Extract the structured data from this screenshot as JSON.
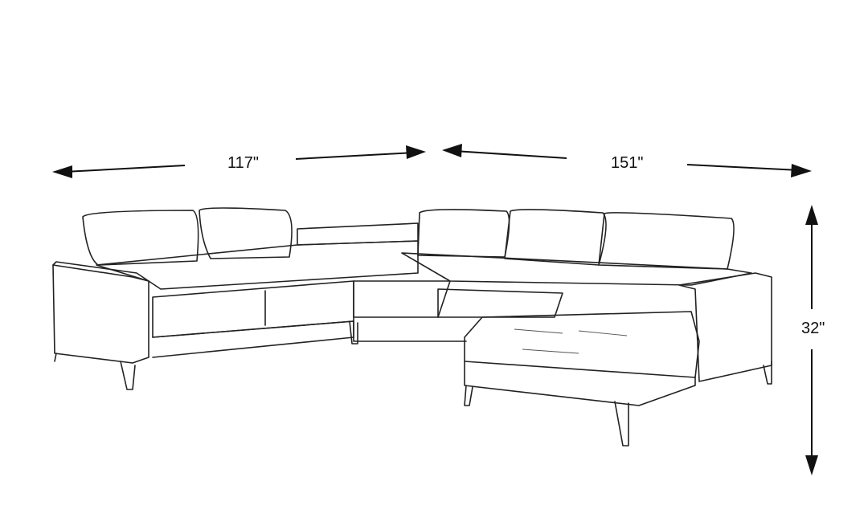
{
  "dimensions": {
    "width_left": "117\"",
    "width_right": "151\"",
    "height": "32\""
  },
  "colors": {
    "line": "#111111",
    "background": "#ffffff"
  }
}
